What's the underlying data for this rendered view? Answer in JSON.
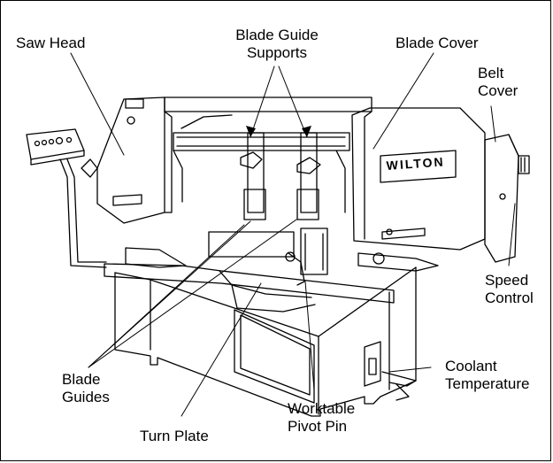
{
  "labels": {
    "saw_head": "Saw Head",
    "blade_guide_supports": "Blade Guide\nSupports",
    "blade_cover": "Blade Cover",
    "belt_cover": "Belt\nCover",
    "speed_control": "Speed\nControl",
    "coolant_temperature": "Coolant\nTemperature",
    "worktable_pivot_pin": "Worktable\nPivot Pin",
    "turn_plate": "Turn Plate",
    "blade_guides": "Blade\nGuides"
  },
  "nameplate": "WILTON",
  "colors": {
    "line": "#000000",
    "background": "#ffffff"
  }
}
